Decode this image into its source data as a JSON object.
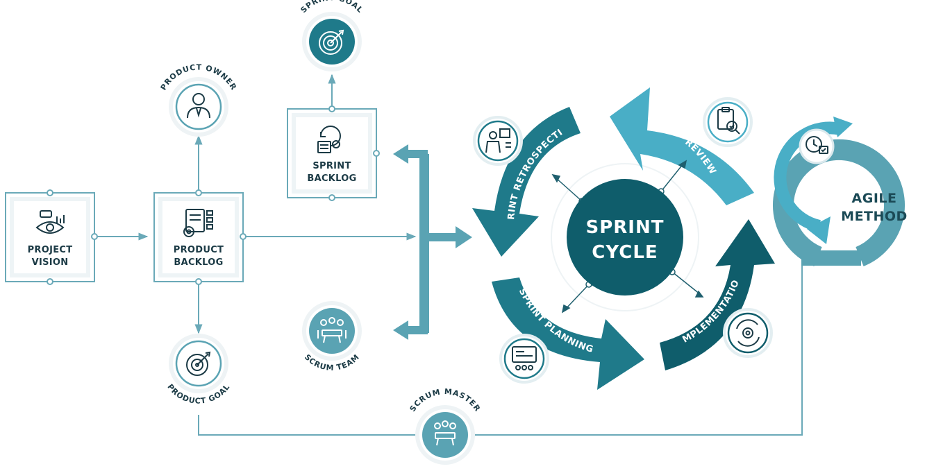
{
  "boxes": {
    "project_vision": {
      "line1": "PROJECT",
      "line2": "VISION"
    },
    "product_backlog": {
      "line1": "PRODUCT",
      "line2": "BACKLOG"
    },
    "sprint_backlog": {
      "line1": "SPRINT",
      "line2": "BACKLOG"
    }
  },
  "roles": {
    "product_owner": "PRODUCT OWNER",
    "sprint_goal": "SPRINT GOAL",
    "product_goal": "PRODUCT GOAL",
    "scrum_team": "SCRUM TEAM",
    "scrum_master": "SCRUM MASTER"
  },
  "cycle": {
    "center_line1": "SPRINT",
    "center_line2": "CYCLE",
    "review": "REVIEW",
    "retrospective": "SPRINT RETROSPECTIVE",
    "planning": "SPRINT PLANNING",
    "implementation": "IMPLEMENTATION"
  },
  "agile": {
    "line1": "AGILE",
    "line2": "METHOD"
  },
  "colors": {
    "teal_dark": "#0f5d6b",
    "teal_mid": "#1f7a8a",
    "teal_light": "#49aec6",
    "teal_soft": "#5aa3b3",
    "line": "#6aa9b8"
  },
  "icons": {
    "project_vision": "binoculars-eye-icon",
    "product_backlog": "backlog-gear-icon",
    "sprint_backlog": "backlog-cycle-icon",
    "product_owner": "person-icon",
    "sprint_goal": "target-icon",
    "product_goal": "target-arrow-icon",
    "scrum_team": "team-meeting-icon",
    "scrum_master": "meeting-table-icon",
    "review": "clipboard-check-icon",
    "retrospective": "presenter-icon",
    "planning": "planning-board-icon",
    "implementation": "gear-cycle-icon",
    "agile": "clock-check-icon"
  }
}
